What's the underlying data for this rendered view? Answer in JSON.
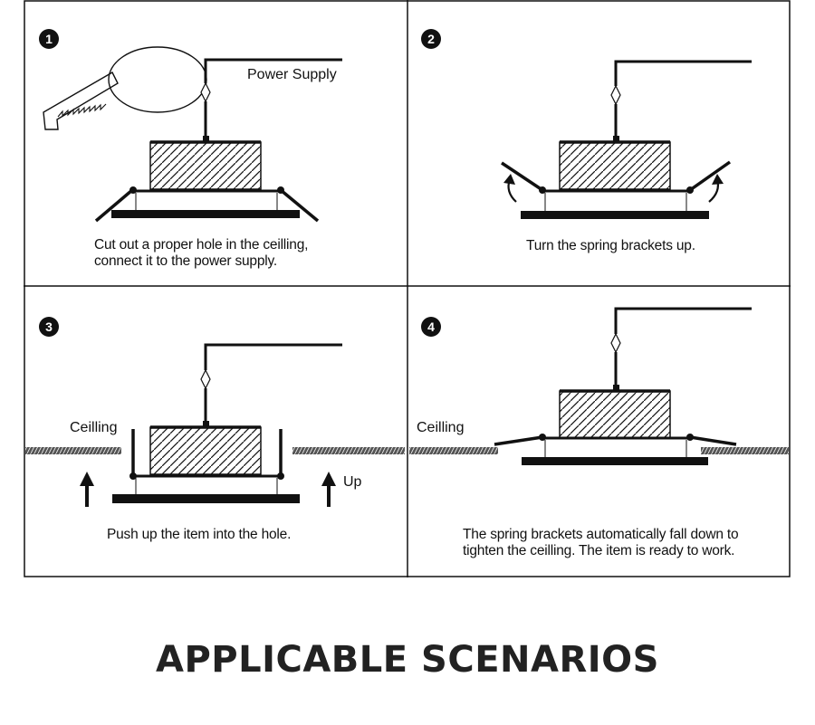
{
  "steps": [
    {
      "number": "1",
      "caption_line1": "Cut out a proper hole in the ceilling,",
      "caption_line2": "connect it to the power supply.",
      "power_label": "Power Supply"
    },
    {
      "number": "2",
      "caption": "Turn the spring brackets up."
    },
    {
      "number": "3",
      "caption": "Push up the item into the hole.",
      "ceiling_label": "Ceilling",
      "up_label": "Up"
    },
    {
      "number": "4",
      "caption_line1": "The spring brackets automatically fall down to",
      "caption_line2": "tighten the ceilling. The item is ready to work.",
      "ceiling_label": "Ceilling"
    }
  ],
  "footer": {
    "title": "APPLICABLE SCENARIOS"
  }
}
